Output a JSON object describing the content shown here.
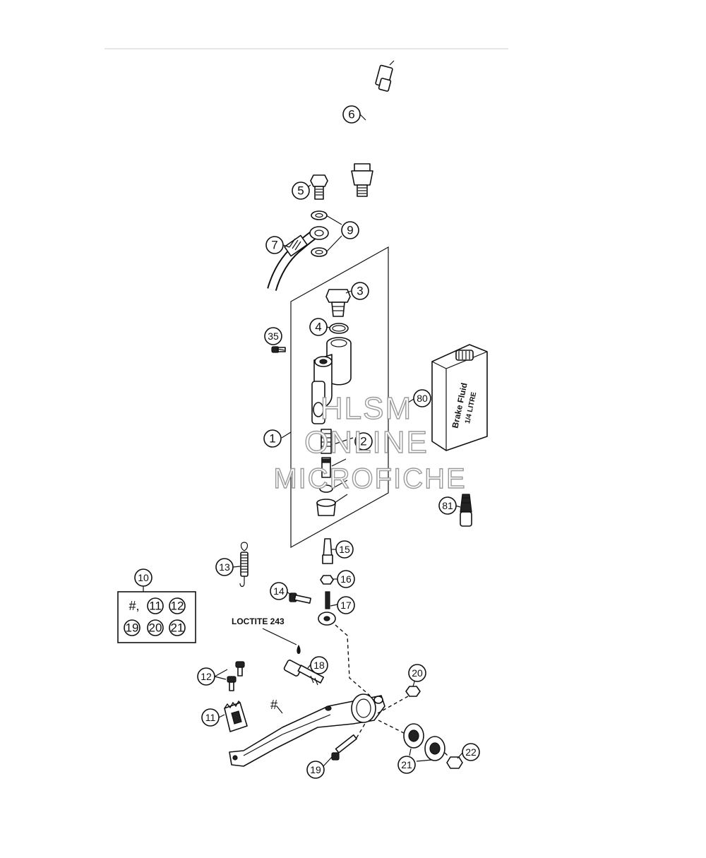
{
  "callouts": [
    {
      "id": "6",
      "label": "6"
    },
    {
      "id": "5",
      "label": "5"
    },
    {
      "id": "9",
      "label": "9"
    },
    {
      "id": "7",
      "label": "7"
    },
    {
      "id": "3",
      "label": "3"
    },
    {
      "id": "4",
      "label": "4"
    },
    {
      "id": "35",
      "label": "35"
    },
    {
      "id": "80",
      "label": "80"
    },
    {
      "id": "1",
      "label": "1"
    },
    {
      "id": "2",
      "label": "2"
    },
    {
      "id": "81",
      "label": "81"
    },
    {
      "id": "15",
      "label": "15"
    },
    {
      "id": "13",
      "label": "13"
    },
    {
      "id": "16",
      "label": "16"
    },
    {
      "id": "10",
      "label": "10"
    },
    {
      "id": "14",
      "label": "14"
    },
    {
      "id": "17",
      "label": "17"
    },
    {
      "id": "18",
      "label": "18"
    },
    {
      "id": "12",
      "label": "12"
    },
    {
      "id": "20",
      "label": "20"
    },
    {
      "id": "11",
      "label": "11"
    },
    {
      "id": "22",
      "label": "22"
    },
    {
      "id": "21",
      "label": "21"
    },
    {
      "id": "19",
      "label": "19"
    }
  ],
  "kit_box": {
    "hash": "#,",
    "items": [
      "11",
      "12",
      "19",
      "20",
      "21"
    ]
  },
  "pedal_hash": "#",
  "loctite_label": "LOCTITE 243",
  "brake_fluid": {
    "line1": "Brake Fluid",
    "line2": "1/4 LITRE"
  },
  "watermark": {
    "line1": "HLSM",
    "line2": "ONLINE",
    "line3": "MICROFICHE"
  }
}
